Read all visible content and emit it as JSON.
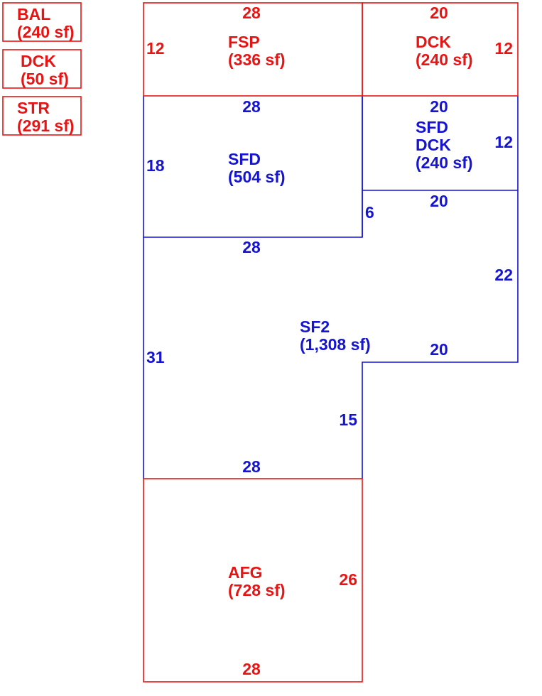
{
  "colors": {
    "red": "#e81414",
    "blue": "#1414d2"
  },
  "legend": [
    {
      "code": "BAL",
      "area": "(240 sf)"
    },
    {
      "code": "DCK",
      "area": "(50 sf)"
    },
    {
      "code": "STR",
      "area": "(291 sf)"
    }
  ],
  "areas": {
    "fsp": {
      "code": "FSP",
      "area": "(336 sf)",
      "top": "28",
      "left": "12"
    },
    "dck_top": {
      "code": "DCK",
      "area": "(240 sf)",
      "top": "20",
      "right": "12"
    },
    "sfd": {
      "code": "SFD",
      "area": "(504 sf)",
      "top": "28",
      "left": "18"
    },
    "sfd_dck": {
      "line1": "SFD",
      "line2": "DCK",
      "area": "(240 sf)",
      "top": "20",
      "right": "12"
    },
    "sf2": {
      "code": "SF2",
      "area": "(1,308 sf)",
      "top_left": "28",
      "left": "31",
      "bottom": "28",
      "inner_right": "15",
      "notch_left": "6",
      "top_right": "20",
      "right": "22",
      "step": "20"
    },
    "afg": {
      "code": "AFG",
      "area": "(728 sf)",
      "right": "26",
      "bottom": "28"
    }
  }
}
